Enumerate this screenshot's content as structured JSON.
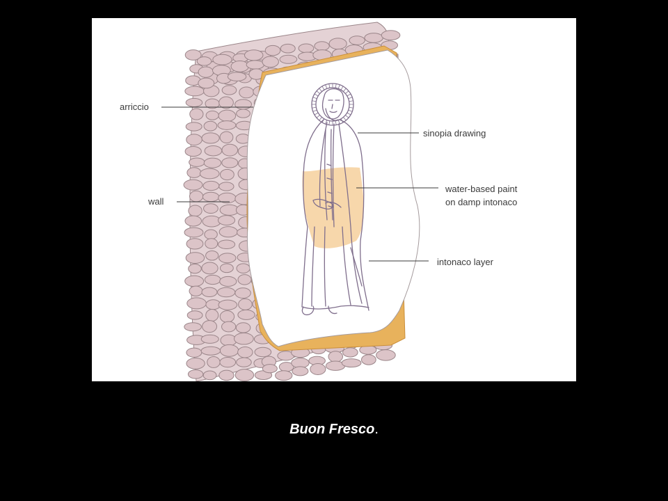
{
  "diagram": {
    "labels": {
      "arriccio": "arriccio",
      "wall": "wall",
      "sinopia": "sinopia drawing",
      "paint_line1": "water-based paint",
      "paint_line2": "on damp  intonaco",
      "intonaco": "intonaco layer"
    },
    "colors": {
      "stone_fill": "#dcc4c8",
      "stone_stroke": "#9a8589",
      "arriccio_band": "#e8b25c",
      "paint_wash": "#f6d3a2",
      "figure_line": "#7f6e8c",
      "plaster": "#ffffff"
    }
  },
  "caption": {
    "title": "Buon Fresco",
    "suffix": "."
  }
}
